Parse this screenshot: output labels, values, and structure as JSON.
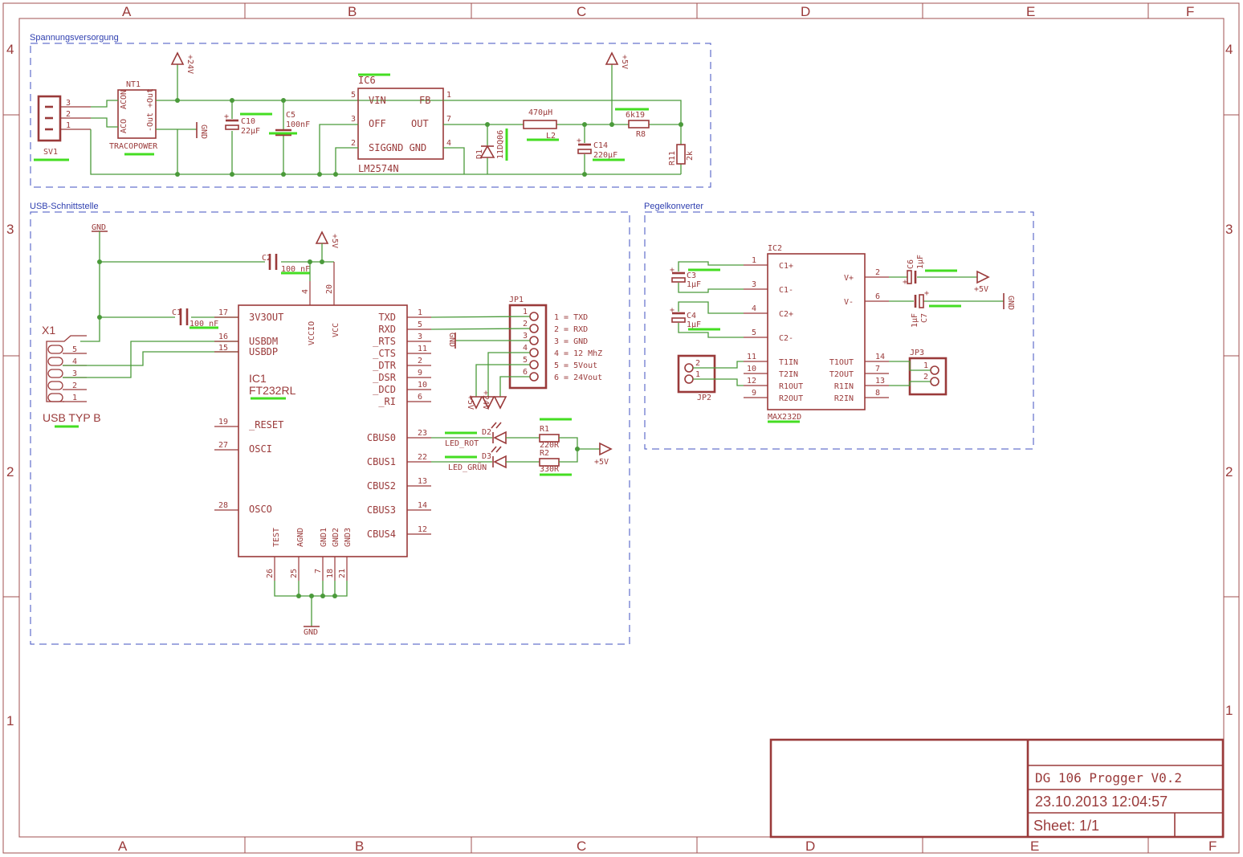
{
  "frame": {
    "columns": [
      "A",
      "B",
      "C",
      "D",
      "E",
      "F"
    ],
    "rows": [
      "4",
      "3",
      "2",
      "1"
    ]
  },
  "sheets": {
    "power": "Spannungsversorgung",
    "usb": "USB-Schnittstelle",
    "level": "Pegelkonverter"
  },
  "title_block": {
    "project": "DG 106 Progger  V0.2",
    "date": "23.10.2013 12:04:57",
    "sheet": "Sheet: 1/1"
  },
  "power": {
    "sv1": "SV1",
    "sv1_pins": [
      "3",
      "2",
      "1"
    ],
    "nt1": "NT1",
    "nt1_value": "TRACOPOWER",
    "nt1_pins": [
      "ACON",
      "ACO",
      "+Out",
      "-Out"
    ],
    "v24": "+24V",
    "gnd": "GND",
    "c10": "C10",
    "c10_value": "22µF",
    "c5": "C5",
    "c5_value": "100nF",
    "ic6": "IC6",
    "ic6_value": "LM2574N",
    "ic6_pins": [
      "VIN",
      "OFF",
      "SIGGND GND",
      "FB",
      "OUT"
    ],
    "ic6_pin_nums": [
      "5",
      "3",
      "2",
      "1",
      "7",
      "4"
    ],
    "d1": "D1",
    "d1_value": "11DQ06",
    "l2_value": "470µH",
    "l2": "L2",
    "c14": "C14",
    "c14_value": "220µF",
    "v5": "+5V",
    "r8_value": "6k19",
    "r8": "R8",
    "r11": "R11",
    "r11_value": "2k"
  },
  "usb": {
    "gnd": "GND",
    "v5": "+5V",
    "c2": "C2",
    "c2_value": "100 nF",
    "c1": "C1",
    "c1_value": "100 nF",
    "x1": "X1",
    "x1_value": "USB TYP B",
    "x1_pins": [
      "5",
      "4",
      "3",
      "2",
      "1"
    ],
    "ic1": "IC1",
    "ic1_value": "FT232RL",
    "ic1_left": [
      {
        "num": "17",
        "name": "3V3OUT"
      },
      {
        "num": "16",
        "name": "USBDM"
      },
      {
        "num": "15",
        "name": "USBDP"
      },
      {
        "num": "19",
        "name": "_RESET"
      },
      {
        "num": "27",
        "name": "OSCI"
      },
      {
        "num": "28",
        "name": "OSCO"
      }
    ],
    "ic1_top": [
      {
        "num": "4",
        "name": "VCCIO"
      },
      {
        "num": "20",
        "name": "VCC"
      }
    ],
    "ic1_right": [
      {
        "num": "1",
        "name": "TXD"
      },
      {
        "num": "5",
        "name": "RXD"
      },
      {
        "num": "3",
        "name": "_RTS"
      },
      {
        "num": "11",
        "name": "_CTS"
      },
      {
        "num": "2",
        "name": "_DTR"
      },
      {
        "num": "9",
        "name": "_DSR"
      },
      {
        "num": "10",
        "name": "_DCD"
      },
      {
        "num": "6",
        "name": "_RI"
      },
      {
        "num": "23",
        "name": "CBUS0"
      },
      {
        "num": "22",
        "name": "CBUS1"
      },
      {
        "num": "13",
        "name": "CBUS2"
      },
      {
        "num": "14",
        "name": "CBUS3"
      },
      {
        "num": "12",
        "name": "CBUS4"
      }
    ],
    "ic1_bottom": [
      {
        "num": "26",
        "name": "TEST"
      },
      {
        "num": "25",
        "name": "AGND"
      },
      {
        "num": "7",
        "name": "GND1"
      },
      {
        "num": "18",
        "name": "GND2"
      },
      {
        "num": "21",
        "name": "GND3"
      }
    ],
    "jp1": "JP1",
    "jp1_pins": [
      "1",
      "2",
      "3",
      "4",
      "5",
      "6"
    ],
    "jp1_legend": [
      "1 = TXD",
      "2 = RXD",
      "3 = GND",
      "4 = 12 MhZ",
      "5 = 5Vout",
      "6 = 24Vout"
    ],
    "jp1_gnd": "GND",
    "jp1_v5": "+5V",
    "jp1_v24": "+24V",
    "d2": "D2",
    "d2_value": "LED_ROT",
    "d3": "D3",
    "d3_value": "LED_GRÜN",
    "r1": "R1",
    "r1_value": "220R",
    "r2": "R2",
    "r2_value": "330R",
    "led_v5": "+5V",
    "bottom_gnd": "GND"
  },
  "level": {
    "ic2": "IC2",
    "ic2_value": "MAX232D",
    "ic2_left": [
      {
        "num": "1",
        "name": "C1+"
      },
      {
        "num": "3",
        "name": "C1-"
      },
      {
        "num": "4",
        "name": "C2+"
      },
      {
        "num": "5",
        "name": "C2-"
      },
      {
        "num": "11",
        "name": "T1IN"
      },
      {
        "num": "10",
        "name": "T2IN"
      },
      {
        "num": "12",
        "name": "R1OUT"
      },
      {
        "num": "9",
        "name": "R2OUT"
      }
    ],
    "ic2_right": [
      {
        "num": "2",
        "name": "V+"
      },
      {
        "num": "6",
        "name": "V-"
      },
      {
        "num": "14",
        "name": "T1OUT"
      },
      {
        "num": "7",
        "name": "T2OUT"
      },
      {
        "num": "13",
        "name": "R1IN"
      },
      {
        "num": "8",
        "name": "R2IN"
      }
    ],
    "c3": "C3",
    "c3_value": "1µF",
    "c4": "C4",
    "c4_value": "1µF",
    "c6": "C6",
    "c6_value": "1µF",
    "c7": "C7",
    "c7_value": "1µF",
    "v5": "+5V",
    "gnd": "GND",
    "jp2": "JP2",
    "jp2_pins": [
      "2",
      "1"
    ],
    "jp3": "JP3",
    "jp3_pins": [
      "1",
      "2"
    ]
  },
  "colors": {
    "symbol": "#9a3a3a",
    "wire": "#4a9a3a",
    "sheet_frame": "#4050c0",
    "highlight": "#44dd22"
  }
}
